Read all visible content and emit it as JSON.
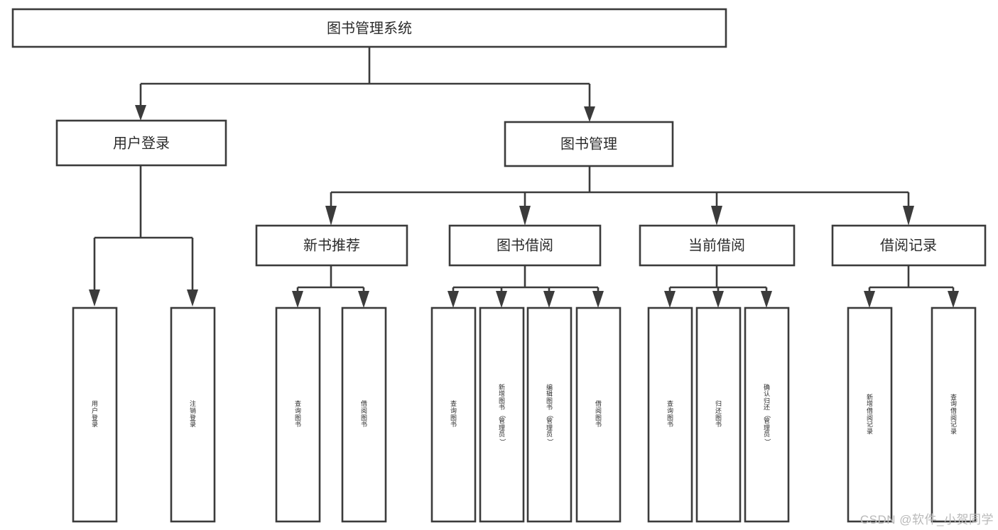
{
  "diagram": {
    "title": "图书管理系统",
    "type": "tree",
    "orientation": "top-down",
    "colors": {
      "node_stroke": "#3b3b3b",
      "node_fill": "#ffffff",
      "text": "#2b2b2b",
      "background": "#ffffff",
      "watermark": "#b9b9b9"
    },
    "root": {
      "label": "图书管理系统",
      "id": "root"
    },
    "level2": [
      {
        "id": "user-login",
        "label": "用户登录"
      },
      {
        "id": "book-management",
        "label": "图书管理"
      }
    ],
    "level3": [
      {
        "id": "new-book-recommend",
        "label": "新书推荐",
        "parent": "book-management"
      },
      {
        "id": "book-borrow",
        "label": "图书借阅",
        "parent": "book-management"
      },
      {
        "id": "current-borrow",
        "label": "当前借阅",
        "parent": "book-management"
      },
      {
        "id": "borrow-record",
        "label": "借阅记录",
        "parent": "book-management"
      }
    ],
    "leaves": [
      {
        "id": "leaf-user-login",
        "label": "用户登录",
        "parent": "user-login"
      },
      {
        "id": "leaf-logout-login",
        "label": "注销登录",
        "parent": "user-login"
      },
      {
        "id": "leaf-query-book-1",
        "label": "查询图书",
        "parent": "new-book-recommend"
      },
      {
        "id": "leaf-borrow-book-1",
        "label": "借阅图书",
        "parent": "new-book-recommend"
      },
      {
        "id": "leaf-query-book-2",
        "label": "查询图书",
        "parent": "book-borrow"
      },
      {
        "id": "leaf-add-book",
        "label": "新增图书（管理员）",
        "parent": "book-borrow"
      },
      {
        "id": "leaf-edit-book",
        "label": "编辑图书（管理员）",
        "parent": "book-borrow"
      },
      {
        "id": "leaf-borrow-book-2",
        "label": "借阅图书",
        "parent": "book-borrow"
      },
      {
        "id": "leaf-query-book-3",
        "label": "查询图书",
        "parent": "current-borrow"
      },
      {
        "id": "leaf-return-book",
        "label": "归还图书",
        "parent": "current-borrow"
      },
      {
        "id": "leaf-confirm-return",
        "label": "确认归还（管理员）",
        "parent": "current-borrow"
      },
      {
        "id": "leaf-add-borrow-record",
        "label": "新增借阅记录",
        "parent": "borrow-record"
      },
      {
        "id": "leaf-query-borrow-record",
        "label": "查询借阅记录",
        "parent": "borrow-record"
      }
    ],
    "watermark": "CSDN @软件_小贺同学"
  }
}
